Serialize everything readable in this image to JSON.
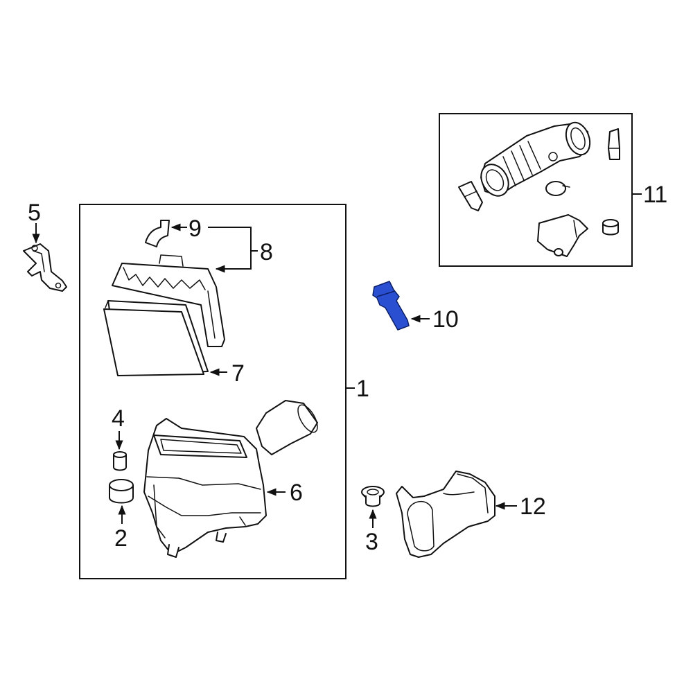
{
  "highlight_color": "#2b4fd1",
  "callouts": {
    "c1": "1",
    "c2": "2",
    "c3": "3",
    "c4": "4",
    "c5": "5",
    "c6": "6",
    "c7": "7",
    "c8": "8",
    "c9": "9",
    "c10": "10",
    "c11": "11",
    "c12": "12"
  },
  "highlighted_part": "10"
}
